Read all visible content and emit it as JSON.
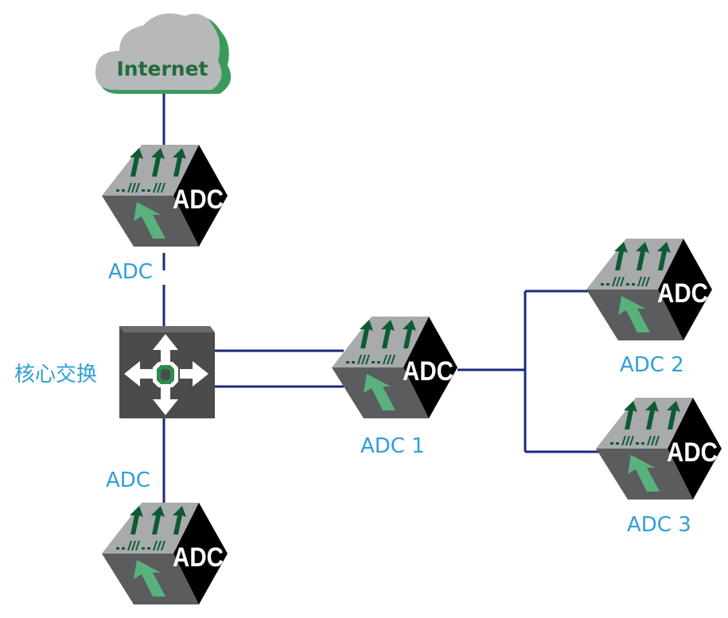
{
  "cloud": {
    "label": "Internet"
  },
  "core_switch": {
    "label": "核心交换"
  },
  "devices": [
    {
      "id": "top",
      "label": "ADC",
      "icon_text": "ADC"
    },
    {
      "id": "bottom",
      "label": "ADC",
      "icon_text": "ADC"
    },
    {
      "id": "adc1",
      "label": "ADC 1",
      "icon_text": "ADC"
    },
    {
      "id": "adc2",
      "label": "ADC 2",
      "icon_text": "ADC"
    },
    {
      "id": "adc3",
      "label": "ADC 3",
      "icon_text": "ADC"
    }
  ],
  "colors": {
    "link": "#1b2a7a",
    "label": "#2e9fd8",
    "cloud_gray": "#b6b8ba",
    "cloud_green": "#3a9a5c",
    "cloud_text": "#236b3c",
    "switch": "#4b4b4b",
    "cube_top": "#a8aaac",
    "cube_left": "#5a5c5e",
    "cube_right": "#000000",
    "arrow_dark": "#0d5a33",
    "arrow_light": "#59b27c"
  },
  "icons": {
    "cloud": "cloud-icon",
    "switch": "core-switch-icon",
    "device": "adc-cube-icon"
  }
}
